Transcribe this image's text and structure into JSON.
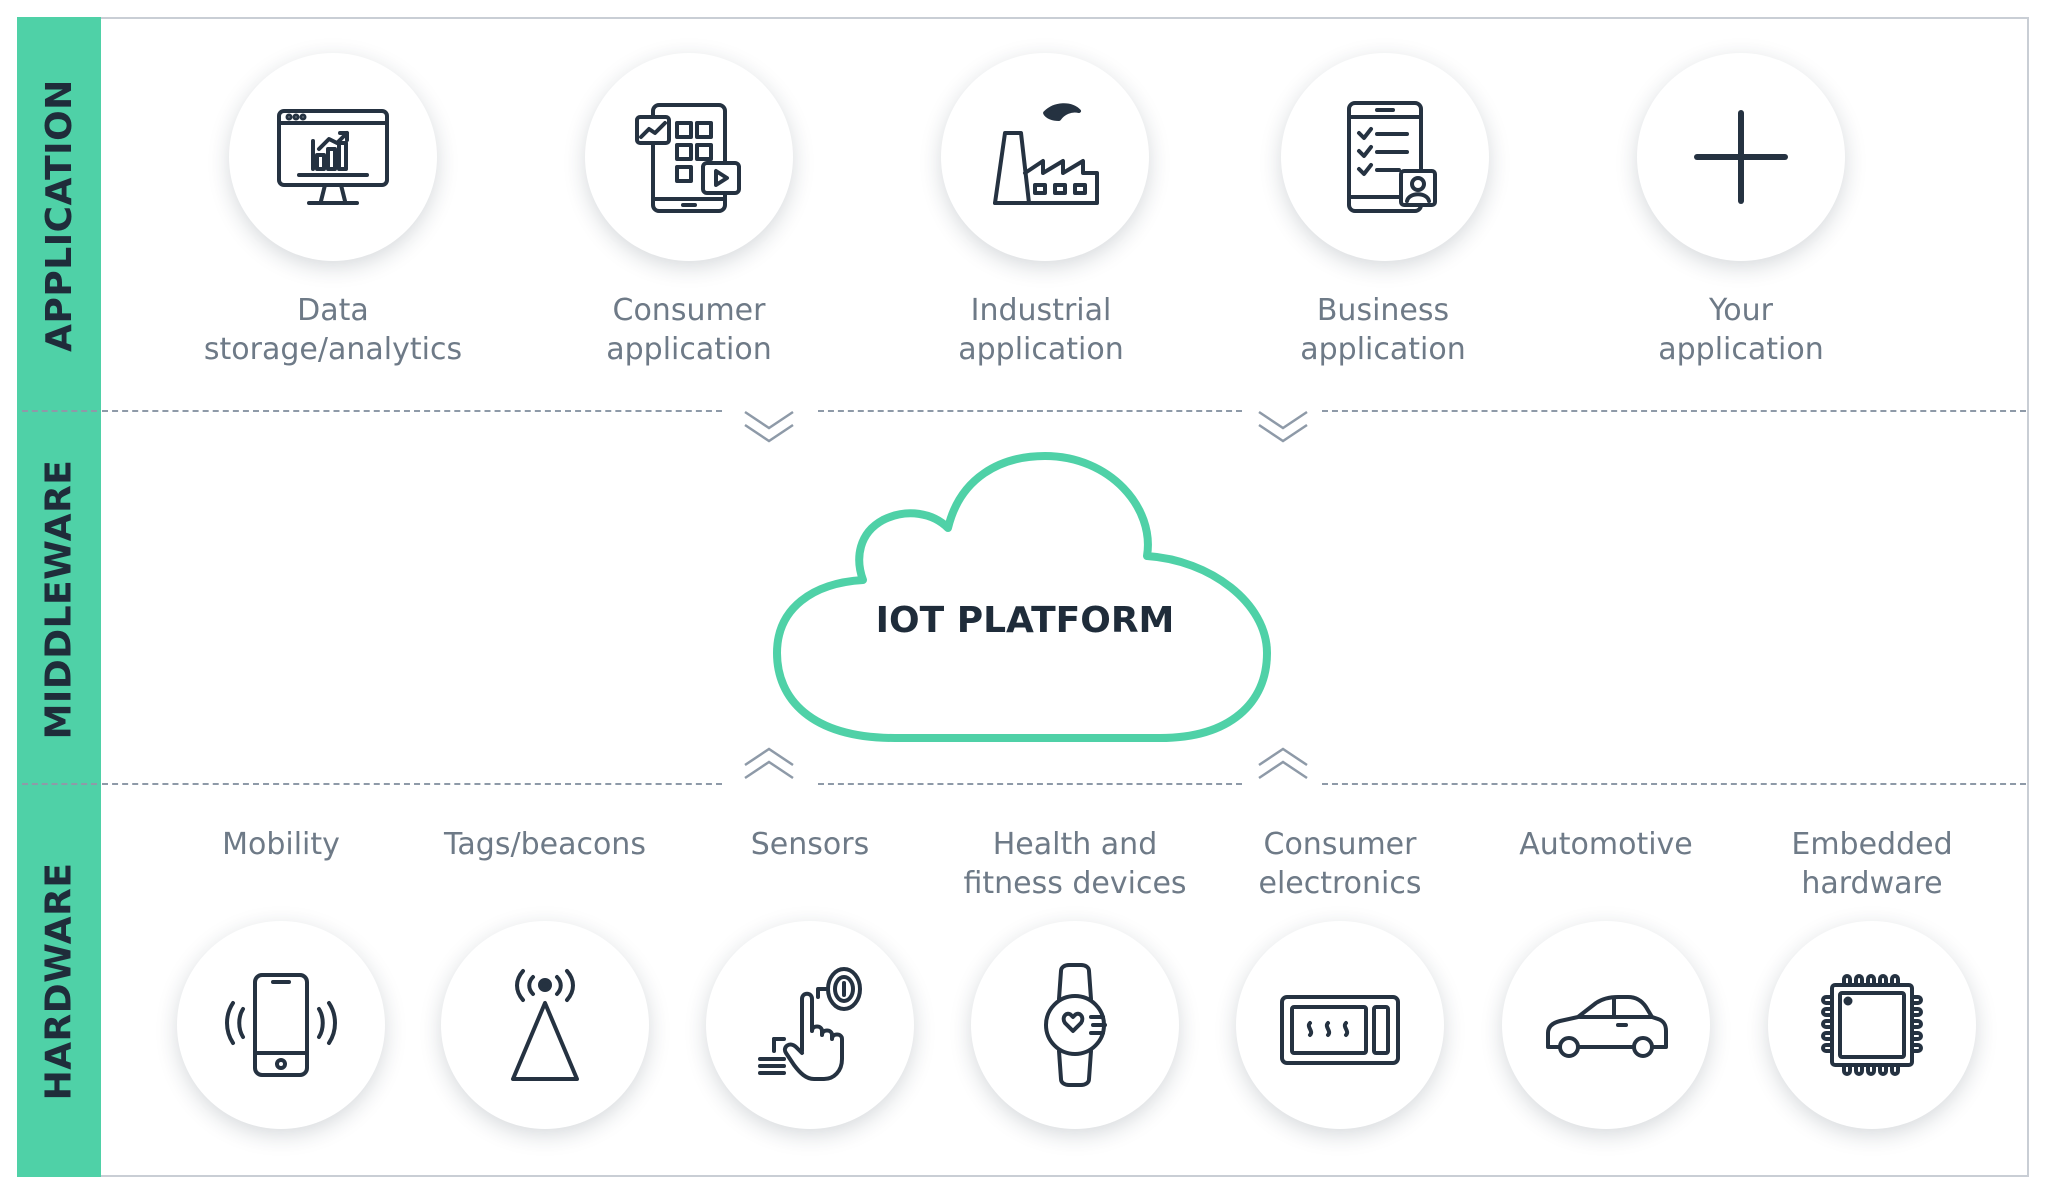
{
  "layers": {
    "application": "APPLICATION",
    "middleware": "MIDDLEWARE",
    "hardware": "HARDWARE"
  },
  "platform": "IOT PLATFORM",
  "applications": [
    {
      "icon": "monitor-analytics-icon",
      "line1": "Data",
      "line2": "storage/analytics"
    },
    {
      "icon": "tablet-apps-icon",
      "line1": "Consumer",
      "line2": "application"
    },
    {
      "icon": "factory-icon",
      "line1": "Industrial",
      "line2": "application"
    },
    {
      "icon": "tablet-checklist-icon",
      "line1": "Business",
      "line2": "application"
    },
    {
      "icon": "plus-icon",
      "line1": "Your",
      "line2": "application"
    }
  ],
  "hardware": [
    {
      "icon": "smartphone-icon",
      "line1": "Mobility",
      "line2": ""
    },
    {
      "icon": "antenna-icon",
      "line1": "Tags/beacons",
      "line2": ""
    },
    {
      "icon": "fingerprint-touch-icon",
      "line1": "Sensors",
      "line2": ""
    },
    {
      "icon": "smartwatch-icon",
      "line1": "Health and",
      "line2": "fitness devices"
    },
    {
      "icon": "microwave-icon",
      "line1": "Consumer",
      "line2": "electronics"
    },
    {
      "icon": "car-icon",
      "line1": "Automotive",
      "line2": ""
    },
    {
      "icon": "chip-icon",
      "line1": "Embedded",
      "line2": "hardware"
    }
  ],
  "colors": {
    "accent": "#4fd1a7",
    "text_dark": "#1f2c3a",
    "text_muted": "#6e7a87",
    "icon": "#253241",
    "divider": "#8e9aa8"
  }
}
